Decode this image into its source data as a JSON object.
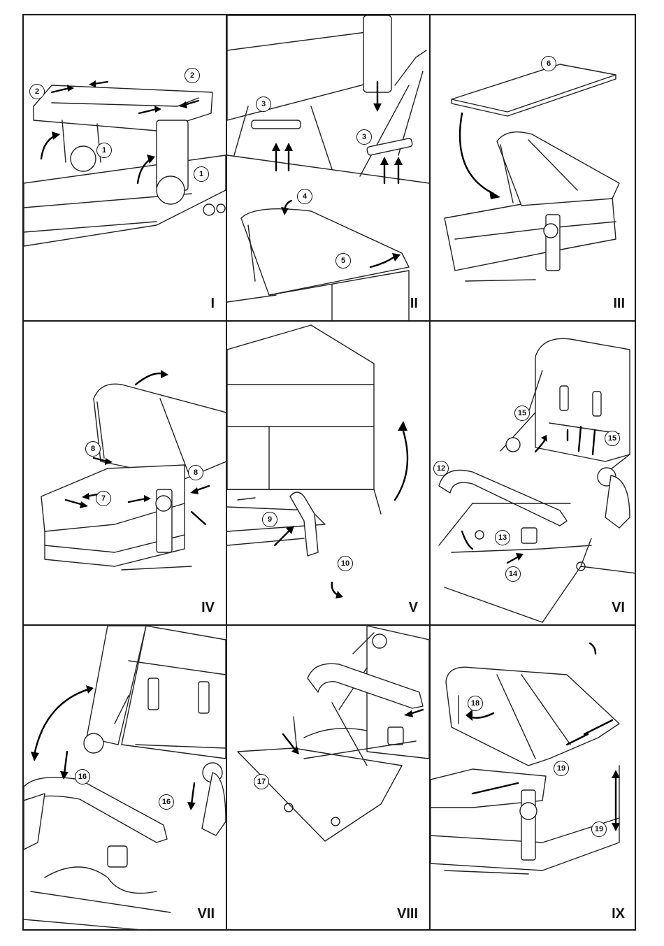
{
  "steps": [
    {
      "roman": "I",
      "callouts": [
        "1",
        "1",
        "2",
        "2"
      ]
    },
    {
      "roman": "II",
      "callouts": [
        "3",
        "3",
        "4",
        "5"
      ]
    },
    {
      "roman": "III",
      "callouts": [
        "6"
      ]
    },
    {
      "roman": "IV",
      "callouts": [
        "8",
        "8",
        "7"
      ]
    },
    {
      "roman": "V",
      "callouts": [
        "9",
        "10"
      ]
    },
    {
      "roman": "VI",
      "callouts": [
        "12",
        "15",
        "15",
        "13",
        "14"
      ]
    },
    {
      "roman": "VII",
      "callouts": [
        "16",
        "16"
      ]
    },
    {
      "roman": "VIII",
      "callouts": [
        "17"
      ]
    },
    {
      "roman": "IX",
      "callouts": [
        "18",
        "19",
        "19"
      ]
    }
  ]
}
